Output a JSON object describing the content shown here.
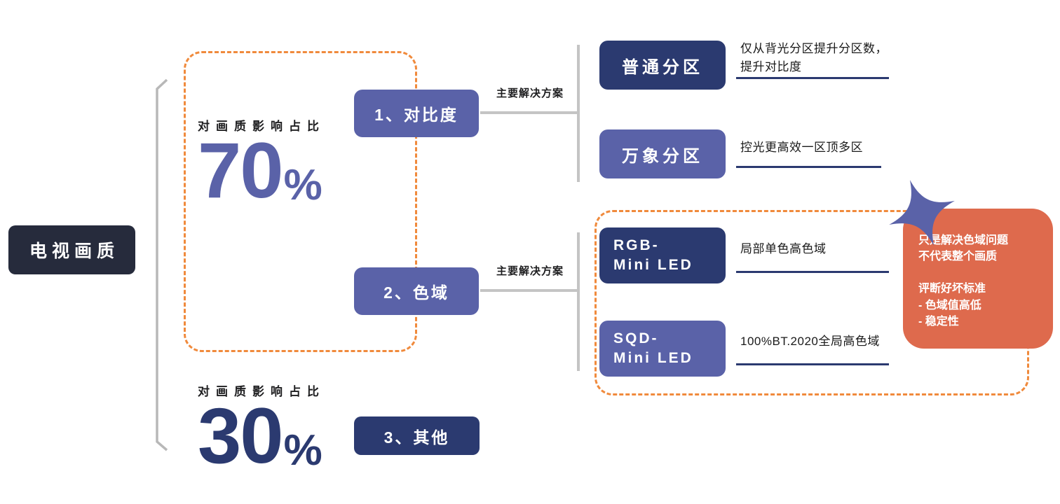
{
  "colors": {
    "root_bg": "#262B3C",
    "navy": "#2B3A70",
    "purple": "#5A62A8",
    "callout_orange": "#DE6A4D",
    "dashed_orange": "#F08A3C",
    "connector_gray": "#C4C4C4",
    "text_dark": "#1D1D1F"
  },
  "root": {
    "label": "电视画质"
  },
  "sections": {
    "quality": {
      "impact_label": "对画质影响占比",
      "impact_value": "70",
      "impact_unit": "%"
    },
    "other": {
      "impact_label": "对画质影响占比",
      "impact_value": "30",
      "impact_unit": "%"
    }
  },
  "branches": {
    "contrast": {
      "label": "1、对比度",
      "connector_label": "主要解决方案"
    },
    "gamut": {
      "label": "2、色域",
      "connector_label": "主要解决方案"
    },
    "other": {
      "label": "3、其他"
    }
  },
  "solutions": {
    "putong": {
      "name": "普通分区",
      "desc_line1": "仅从背光分区提升分区数，",
      "desc_line2": "提升对比度"
    },
    "wanxiang": {
      "name": "万象分区",
      "desc_line1": "控光更高效一区顶多区"
    },
    "rgb": {
      "name_line1": "RGB-",
      "name_line2": "Mini LED",
      "desc_line1": "局部单色高色域"
    },
    "sqd": {
      "name_line1": "SQD-",
      "name_line2": "Mini LED",
      "desc_line1": "100%BT.2020全局高色域"
    }
  },
  "callout": {
    "lines": [
      "只是解决色域问题",
      "不代表整个画质",
      "",
      "评断好坏标准",
      "- 色域值高低",
      "- 稳定性"
    ]
  },
  "icons": {
    "star": "four-point-star"
  }
}
